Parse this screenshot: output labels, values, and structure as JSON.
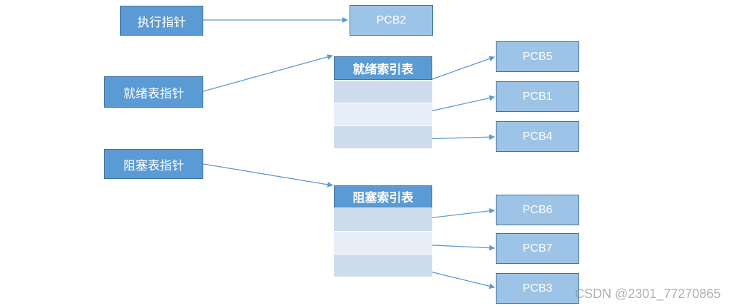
{
  "pointers": {
    "exec": "执行指针",
    "ready": "就绪表指针",
    "blocked": "阻塞表指针"
  },
  "tables": {
    "ready_header": "就绪索引表",
    "blocked_header": "阻塞索引表"
  },
  "pcbs": {
    "exec": "PCB2",
    "ready": [
      "PCB5",
      "PCB1",
      "PCB4"
    ],
    "blocked": [
      "PCB6",
      "PCB7",
      "PCB3"
    ]
  },
  "watermark": "CSDN @2301_77270865",
  "colors": {
    "pointer_fill": "#5b9bd5",
    "pcb_fill": "#9dc3e6",
    "row_dark": "#cfdcee",
    "row_light": "#e8eef8",
    "arrow": "#5b9bd5"
  }
}
